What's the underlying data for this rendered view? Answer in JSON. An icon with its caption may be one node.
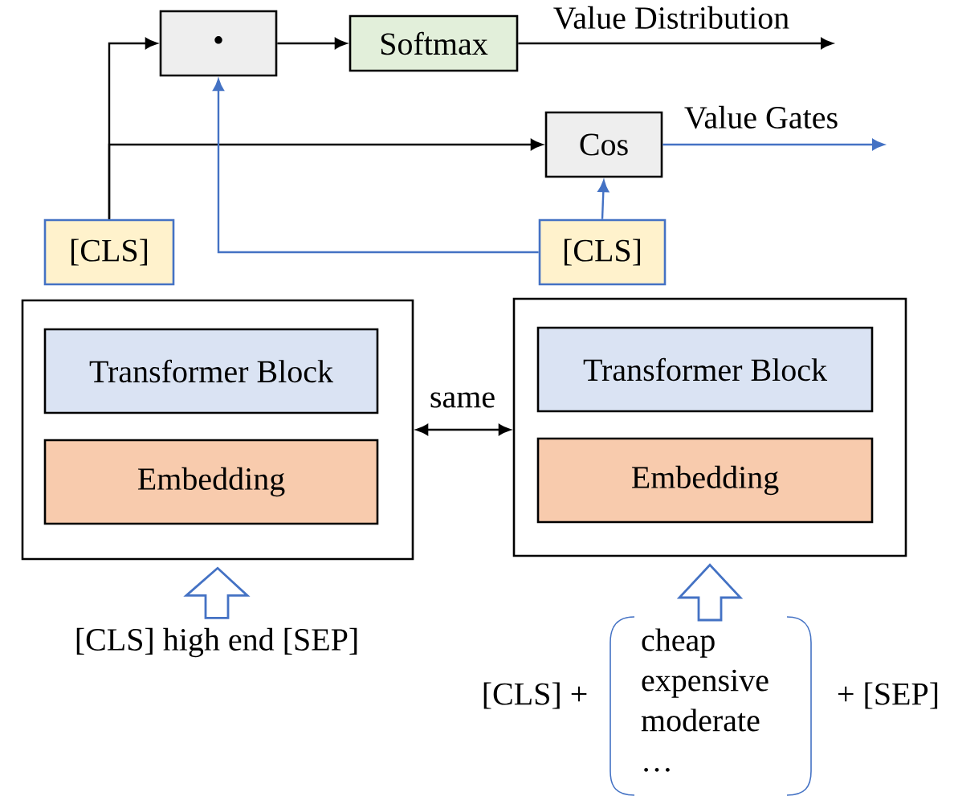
{
  "diagram": {
    "nodes": [
      {
        "text": [
          "•"
        ]
      },
      {
        "text": [
          "Softmax"
        ]
      },
      {
        "text": [
          "Cos"
        ]
      },
      {
        "text": [
          "[CLS]"
        ]
      },
      {
        "text": [
          "[CLS]"
        ]
      },
      {
        "text": [],
        "shape": "box"
      },
      {
        "text": [
          "Transformer Block"
        ],
        "in": 5
      },
      {
        "text": [
          "Embedding"
        ],
        "in": 5
      },
      {
        "text": [],
        "shape": "box"
      },
      {
        "text": [
          "Transformer Block"
        ],
        "in": 8
      },
      {
        "text": [
          "Embedding"
        ],
        "in": 8
      },
      {
        "text": [
          "[CLS] high end [SEP]"
        ]
      },
      {
        "text": [
          "cheap expensive moderate …"
        ],
        "beside": [
          "[CLS] +",
          "+  [SEP]"
        ]
      }
    ],
    "edges": [
      {
        "from": 3,
        "to": 0,
        "arrow": "to",
        "color": "#000000"
      },
      {
        "from": 3,
        "to": 2,
        "arrow": "to",
        "color": "#000000"
      },
      {
        "from": 4,
        "to": 0,
        "arrow": "to",
        "color": "#4472c4"
      },
      {
        "from": 4,
        "to": 2,
        "arrow": "to",
        "color": "#4472c4"
      },
      {
        "from": 0,
        "to": 1,
        "arrow": "to",
        "color": "#000000"
      },
      {
        "from": 1,
        "to": null,
        "arrow": "to",
        "label": "Value Distribution",
        "color": "#000000"
      },
      {
        "from": 2,
        "to": null,
        "arrow": "to",
        "label": "Value Gates",
        "color": "#4472c4"
      },
      {
        "from": 5,
        "to": 8,
        "arrow": "both",
        "label": "same",
        "color": "#000000"
      },
      {
        "from": 11,
        "to": 5,
        "arrow": "to",
        "style": "thick",
        "color": "#4472c4"
      },
      {
        "from": 12,
        "to": 8,
        "arrow": "to",
        "style": "thick",
        "color": "#4472c4"
      }
    ]
  }
}
